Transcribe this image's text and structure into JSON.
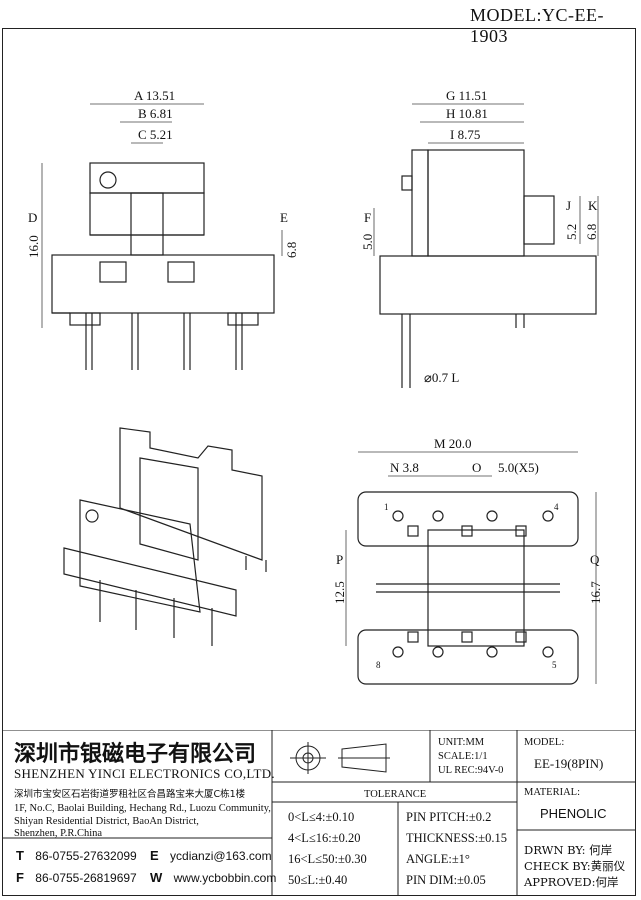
{
  "model_label": "MODEL:YC-EE-1903",
  "dimensions": {
    "A": "A 13.51",
    "B": "B 6.81",
    "C": "C 5.21",
    "D_letter": "D",
    "D_value": "16.0",
    "E_letter": "E",
    "E_value": "6.8",
    "G": "G 11.51",
    "H": "H 10.81",
    "I": "I 8.75",
    "F_letter": "F",
    "F_value": "5.0",
    "J_letter": "J",
    "J_value": "5.2",
    "K_letter": "K",
    "K_value": "6.8",
    "L": "⌀0.7 L",
    "M": "M 20.0",
    "N": "N 3.8",
    "O": "O",
    "O_value": "5.0(X5)",
    "P_letter": "P",
    "P_value": "12.5",
    "Q_letter": "Q",
    "Q_value": "16.7"
  },
  "pin_labels": [
    "1",
    "4",
    "8",
    "5"
  ],
  "company": {
    "name_cn": "深圳市银磁电子有限公司",
    "name_en": "SHENZHEN YINCI ELECTRONICS CO,LTD.",
    "address_cn": "深圳市宝安区石岩街道罗租社区合昌路宝来大厦C栋1楼",
    "address_en_1": "1F, No.C, Baolai Building, Hechang Rd., Luozu Community,",
    "address_en_2": "Shiyan Residential District, BaoAn District,",
    "address_en_3": "Shenzhen, P.R.China",
    "tel_prefix": "T",
    "tel": "86-0755-27632099",
    "fax_prefix": "F",
    "fax": "86-0755-26819697",
    "email_prefix": "E",
    "email": "ycdianzi@163.com",
    "web_prefix": "W",
    "web": "www.ycbobbin.com"
  },
  "specs": {
    "unit": "UNIT:MM",
    "scale": "SCALE:1/1",
    "ul": "UL REC:94V-0",
    "model_header": "MODEL:",
    "model_value": "EE-19(8PIN)",
    "material_header": "MATERIAL:",
    "material_value": "PHENOLIC",
    "tolerance_header": "TOLERANCE",
    "tolerances": [
      "0<L≤4:±0.10",
      "4<L≤16:±0.20",
      "16<L≤50:±0.30",
      "50≤L:±0.40"
    ],
    "pin_specs": [
      "PIN PITCH:±0.2",
      "THICKNESS:±0.15",
      "ANGLE:±1°",
      "PIN DIM:±0.05"
    ],
    "drawn_by": "DRWN BY: 何岸",
    "check_by": "CHECK BY:黄丽仪",
    "approved": "APPROVED:何岸"
  }
}
